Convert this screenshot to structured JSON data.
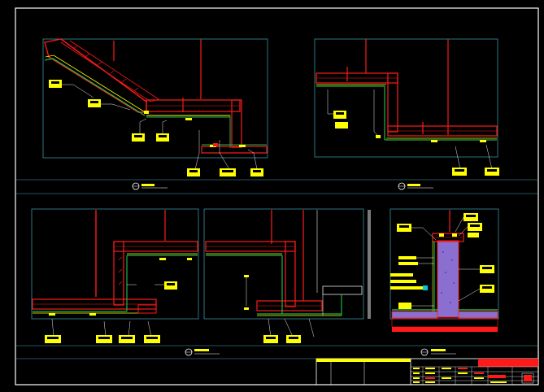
{
  "colors": {
    "background": "#000000",
    "frame": "#ffffff",
    "viewport_border": "#3fa7b5",
    "section_hatch": "#ff1a1a",
    "finish_green": "#1fb34a",
    "tag_yellow": "#ffff00",
    "leader_white": "#e8e8e8",
    "concrete_purple": "#8a6fd1",
    "dim_cyan": "#00c8d8"
  },
  "details": [
    {
      "id": "detail-1",
      "title_tag": "",
      "scale": ""
    },
    {
      "id": "detail-2",
      "title_tag": "",
      "scale": ""
    },
    {
      "id": "detail-3",
      "title_tag": "",
      "scale": ""
    },
    {
      "id": "detail-4",
      "title_tag": "",
      "scale": ""
    },
    {
      "id": "detail-5",
      "title_tag": "",
      "scale": ""
    }
  ],
  "title_block": {
    "project": "",
    "drawing_title": "",
    "sheet_number": ""
  },
  "icons": [
    "section-bubble-icon",
    "callout-tag-icon",
    "north-marker-icon"
  ]
}
